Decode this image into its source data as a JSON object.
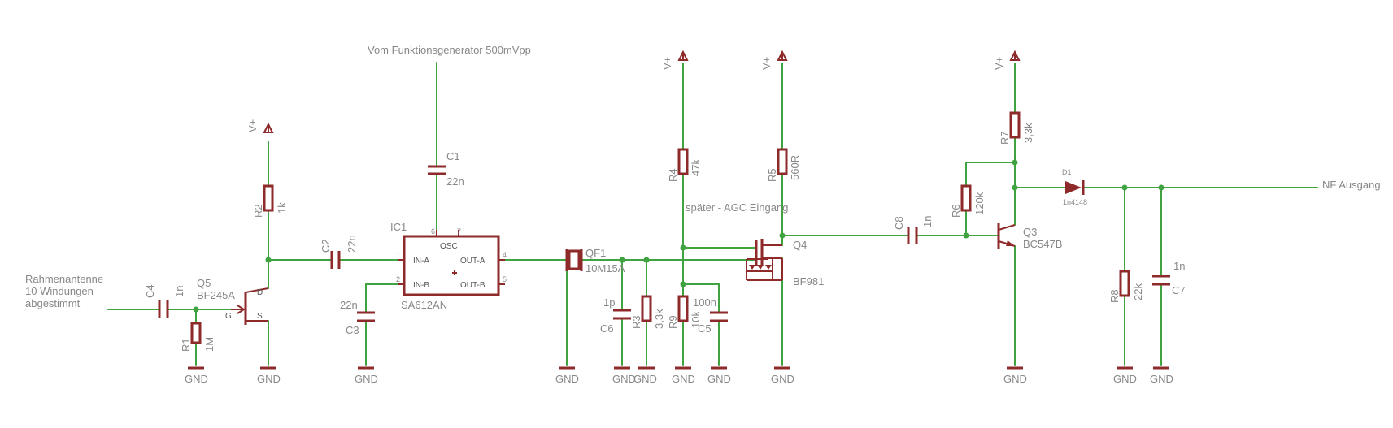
{
  "notes": {
    "generator_input": "Vom Funktionsgenerator 500mVpp",
    "agc_input": "später - AGC Eingang",
    "output": "NF Ausgang",
    "antenna_l1": "Rahmenantenne",
    "antenna_l2": "10 Windungen",
    "antenna_l3": "abgestimmt"
  },
  "nets": {
    "vplus": "V+",
    "gnd": "GND"
  },
  "parts": {
    "c1": {
      "name": "C1",
      "value": "22n"
    },
    "c2": {
      "name": "C2",
      "value": "22n"
    },
    "c3": {
      "name": "C3",
      "value": "22n"
    },
    "c4": {
      "name": "C4",
      "value": "1n"
    },
    "c5": {
      "name": "C5",
      "value": "100n"
    },
    "c6": {
      "name": "C6",
      "value": "1p"
    },
    "c7": {
      "name": "C7",
      "value": "1n"
    },
    "c8": {
      "name": "C8",
      "value": "1n"
    },
    "r1": {
      "name": "R1",
      "value": "1M"
    },
    "r2": {
      "name": "R2",
      "value": "1k"
    },
    "r3": {
      "name": "R3",
      "value": "3,3k"
    },
    "r4": {
      "name": "R4",
      "value": "47k"
    },
    "r5": {
      "name": "R5",
      "value": "560R"
    },
    "r6": {
      "name": "R6",
      "value": "120k"
    },
    "r7": {
      "name": "R7",
      "value": "3,3k"
    },
    "r8": {
      "name": "R8",
      "value": "22k"
    },
    "r9": {
      "name": "R9",
      "value": "10k"
    },
    "q3": {
      "name": "Q3",
      "value": "BC547B"
    },
    "q4": {
      "name": "Q4",
      "value": "BF981"
    },
    "q5": {
      "name": "Q5",
      "value": "BF245A"
    },
    "qf1": {
      "name": "QF1",
      "value": "10M15A"
    },
    "d1": {
      "name": "D1",
      "value": "1n4148"
    },
    "ic1": {
      "name": "IC1",
      "value": "SA612AN"
    }
  },
  "ic1_pins": {
    "osc": "OSC",
    "in_a": "IN-A",
    "in_b": "IN-B",
    "out_a": "OUT-A",
    "out_b": "OUT-B",
    "p1": "1",
    "p2": "2",
    "p4": "4",
    "p5": "5",
    "p6": "6",
    "p7": "7"
  },
  "jfet_pins": {
    "d": "D",
    "g": "G",
    "s": "S"
  }
}
